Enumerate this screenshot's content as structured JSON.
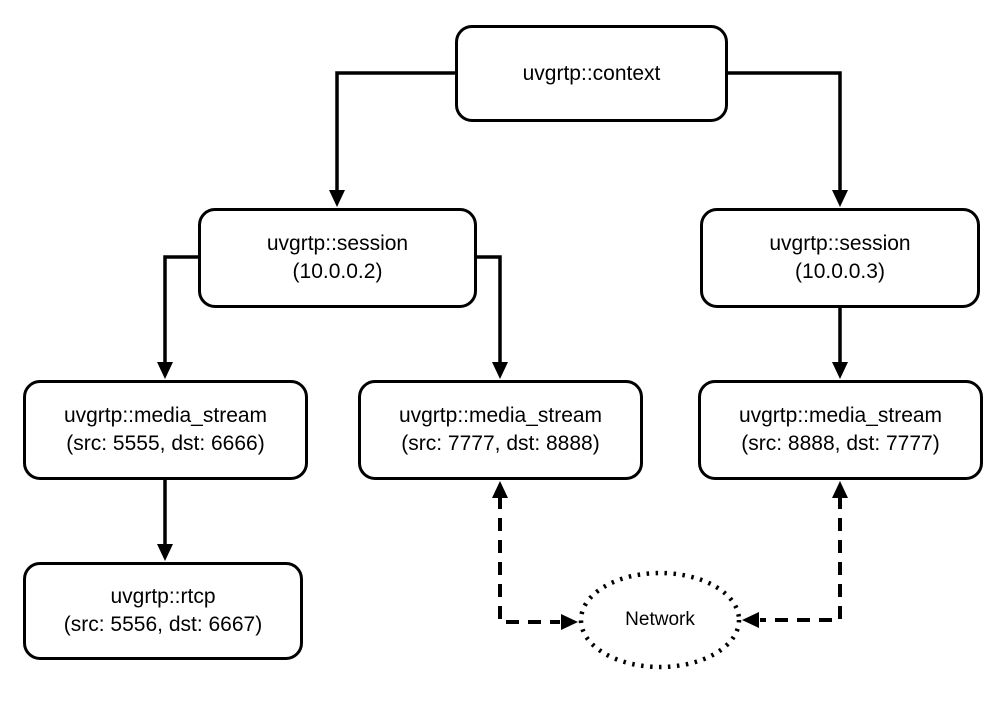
{
  "nodes": {
    "context": {
      "label": "uvgrtp::context"
    },
    "session_left": {
      "label": "uvgrtp::session",
      "sublabel": "(10.0.0.2)"
    },
    "session_right": {
      "label": "uvgrtp::session",
      "sublabel": "(10.0.0.3)"
    },
    "media_stream_left": {
      "label": "uvgrtp::media_stream",
      "sublabel": "(src: 5555, dst: 6666)"
    },
    "media_stream_middle": {
      "label": "uvgrtp::media_stream",
      "sublabel": "(src: 7777, dst: 8888)"
    },
    "media_stream_right": {
      "label": "uvgrtp::media_stream",
      "sublabel": "(src: 8888, dst: 7777)"
    },
    "rtcp": {
      "label": "uvgrtp::rtcp",
      "sublabel": "(src: 5556, dst: 6667)"
    },
    "network": {
      "label": "Network"
    }
  },
  "edges": [
    {
      "from": "context",
      "to": "session_left",
      "style": "solid-arrow"
    },
    {
      "from": "context",
      "to": "session_right",
      "style": "solid-arrow"
    },
    {
      "from": "session_left",
      "to": "media_stream_left",
      "style": "solid-arrow"
    },
    {
      "from": "session_left",
      "to": "media_stream_middle",
      "style": "solid-arrow"
    },
    {
      "from": "session_right",
      "to": "media_stream_right",
      "style": "solid-arrow"
    },
    {
      "from": "media_stream_left",
      "to": "rtcp",
      "style": "solid-arrow"
    },
    {
      "from": "media_stream_middle",
      "to": "network",
      "style": "dashed-double-arrow"
    },
    {
      "from": "media_stream_right",
      "to": "network",
      "style": "dashed-double-arrow"
    }
  ],
  "colors": {
    "stroke": "#000000",
    "background": "#ffffff"
  }
}
